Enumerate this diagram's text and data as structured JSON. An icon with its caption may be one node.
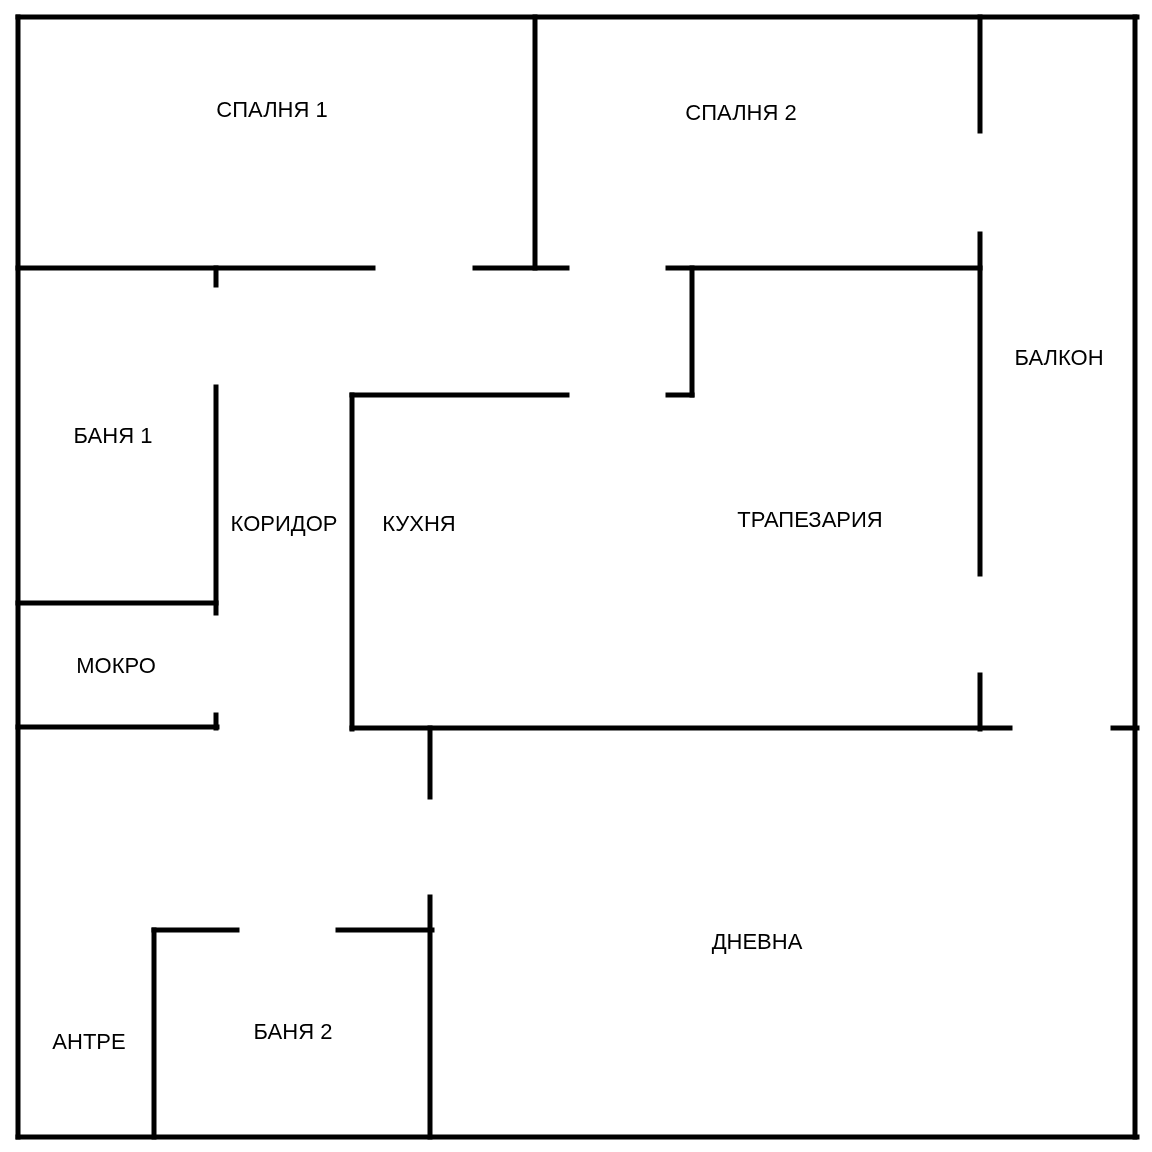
{
  "diagram": {
    "labels": [
      "СПАЛНЯ 1",
      "СПАЛНЯ 2",
      "БАЛКОН",
      "БАНЯ 1",
      "КОРИДОР",
      "КУХНЯ",
      "ТРАПЕЗАРИЯ",
      "МОКРО",
      "ДНЕВНА",
      "АНТРЕ",
      "БАНЯ 2"
    ]
  }
}
